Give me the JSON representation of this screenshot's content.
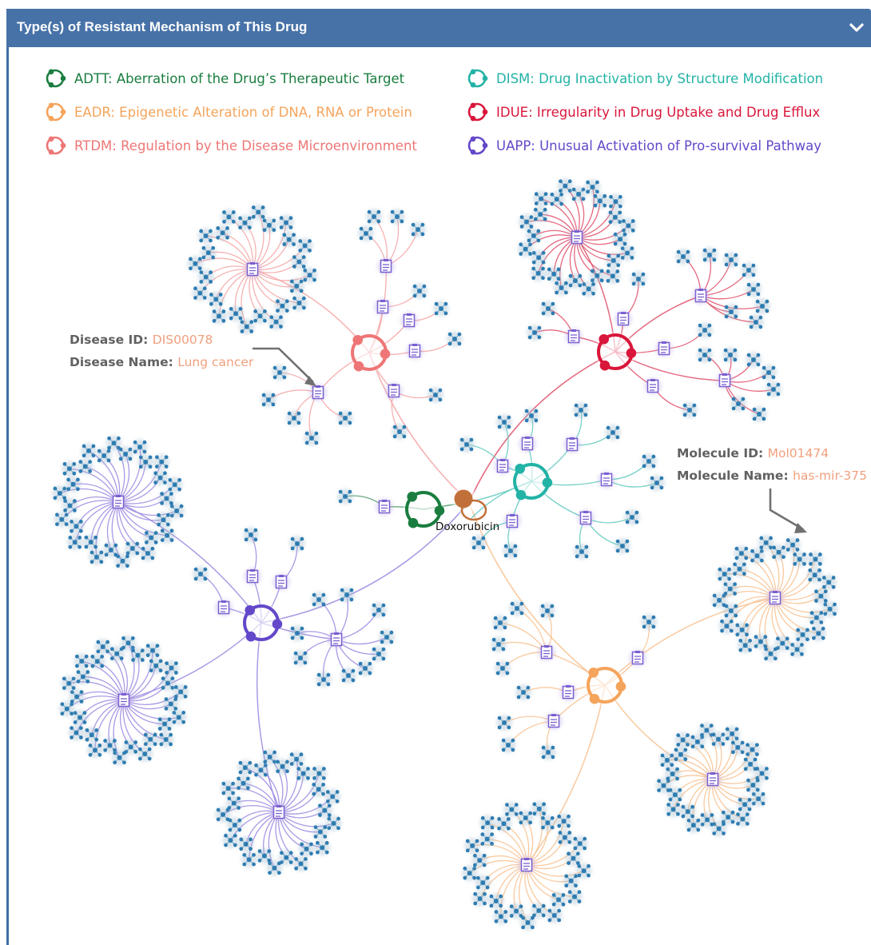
{
  "panel": {
    "title": "Type(s) of Resistant Mechanism of This Drug",
    "toggle_icon": "chevron-down-icon"
  },
  "legend": [
    {
      "code": "ADTT",
      "text": "ADTT: Aberration of the Drug’s Therapeutic Target",
      "color": "#1a7d3f"
    },
    {
      "code": "DISM",
      "text": "DISM: Drug Inactivation by Structure Modification",
      "color": "#23b3a6"
    },
    {
      "code": "EADR",
      "text": "EADR: Epigenetic Alteration of DNA, RNA or Protein",
      "color": "#f5a45c"
    },
    {
      "code": "IDUE",
      "text": "IDUE: Irregularity in Drug Uptake and Drug Efflux",
      "color": "#d9163b"
    },
    {
      "code": "RTDM",
      "text": "RTDM: Regulation by the Disease Microenvironment",
      "color": "#ee7676"
    },
    {
      "code": "UAPP",
      "text": "UAPP: Unusual Activation of Pro-survival Pathway",
      "color": "#6448c9"
    }
  ],
  "network": {
    "drug_label": "Doxorubicin",
    "drug_color": "#c2703a",
    "node_color": "#2e7fb3",
    "doc_icon": "disease-document-icon",
    "molecule_icon": "molecule-node-icon"
  },
  "callouts": {
    "disease": {
      "id_key": "Disease ID",
      "id_value": "DIS00078",
      "name_key": "Disease Name",
      "name_value": "Lung cancer"
    },
    "molecule": {
      "id_key": "Molecule ID",
      "id_value": "Mol01474",
      "name_key": "Molecule Name",
      "name_value": "has-mir-375"
    }
  }
}
